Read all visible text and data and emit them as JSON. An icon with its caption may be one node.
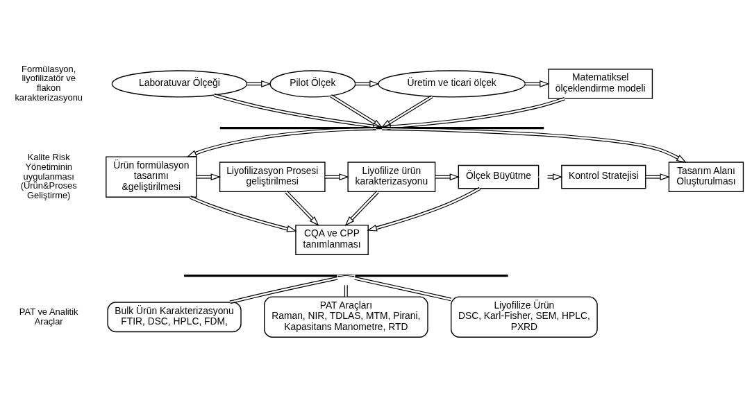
{
  "diagram": {
    "nodes": [
      {
        "text": [
          "Laboratuvar Ölçeği"
        ]
      },
      {
        "text": [
          "Pilot Ölçek"
        ]
      },
      {
        "text": [
          "Üretim ve ticari ölçek"
        ]
      },
      {
        "text": [
          "Matematiksel ölçeklendirme modeli"
        ]
      },
      {
        "text": [],
        "shape": "bar"
      },
      {
        "text": [
          "Ürün formülasyon tasarımı &geliştirilmesi"
        ]
      },
      {
        "text": [
          "Liyofilizasyon Prosesi geliştirilmesi"
        ]
      },
      {
        "text": [
          "Liyofilize ürün karakterizasyonu"
        ]
      },
      {
        "text": [
          "Ölçek Büyütme"
        ]
      },
      {
        "text": [
          "Kontrol Stratejisi"
        ]
      },
      {
        "text": [
          "Tasarım Alanı Oluşturulması"
        ]
      },
      {
        "text": [
          "CQA ve CPP tanımlanması"
        ]
      },
      {
        "text": [],
        "shape": "bar"
      },
      {
        "text": [
          "Bulk Ürün Karakterizasyonu",
          "FTIR, DSC, HPLC, FDM,"
        ]
      },
      {
        "text": [
          "PAT Araçları",
          "Raman, NIR, TDLAS, MTM, Pirani, Kapasitans Manometre, RTD"
        ]
      },
      {
        "text": [
          "Liyofilize Ürün",
          "DSC, Karl-Fisher, SEM, HPLC, PXRD"
        ]
      }
    ],
    "edges": [
      {
        "from": 0,
        "to": 1,
        "arrow": "to"
      },
      {
        "from": 1,
        "to": 2,
        "arrow": "to"
      },
      {
        "from": 2,
        "to": 3,
        "arrow": "to"
      },
      {
        "from": 0,
        "to": 4,
        "arrow": "to"
      },
      {
        "from": 1,
        "to": 4,
        "arrow": "to"
      },
      {
        "from": 2,
        "to": 4,
        "arrow": "to"
      },
      {
        "from": 3,
        "to": 4,
        "arrow": "to"
      },
      {
        "from": 4,
        "to": 5,
        "arrow": "to"
      },
      {
        "from": 4,
        "to": 10,
        "arrow": "to"
      },
      {
        "from": 5,
        "to": 6,
        "arrow": "to"
      },
      {
        "from": 6,
        "to": 7,
        "arrow": "to"
      },
      {
        "from": 7,
        "to": 8,
        "arrow": "to"
      },
      {
        "from": 8,
        "to": 9,
        "arrow": "both"
      },
      {
        "from": 9,
        "to": 10,
        "arrow": "to"
      },
      {
        "from": 5,
        "to": 11,
        "arrow": "to"
      },
      {
        "from": 6,
        "to": 11,
        "arrow": "to"
      },
      {
        "from": 7,
        "to": 11,
        "arrow": "to"
      },
      {
        "from": 8,
        "to": 11,
        "arrow": "to"
      },
      {
        "from": 13,
        "to": 12,
        "arrow": "to"
      },
      {
        "from": 14,
        "to": 12,
        "arrow": "to"
      },
      {
        "from": 15,
        "to": 12,
        "arrow": "to"
      }
    ],
    "labels": [
      "Formülasyon, liyofilizatör ve flakon karakterizasyonu",
      "Kalite Risk Yönetiminin uygulanması (Ürün&Proses Geliştirme)",
      "PAT ve Analitik Araçlar"
    ]
  }
}
